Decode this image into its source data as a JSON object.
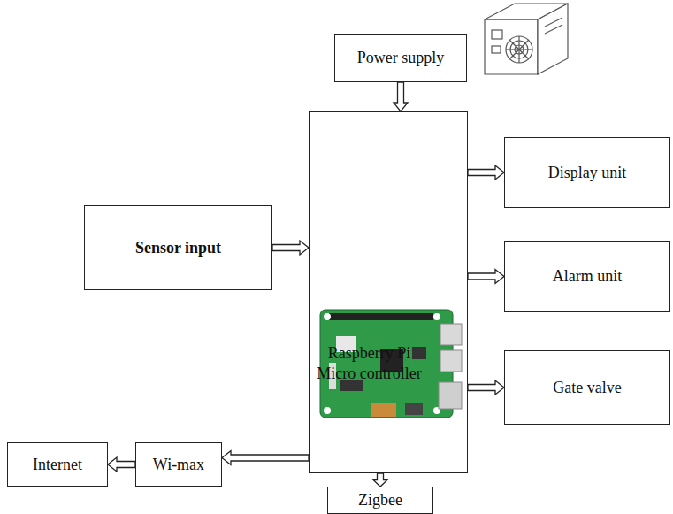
{
  "diagram": {
    "nodes": [
      {
        "text": [
          "Power supply"
        ]
      },
      {
        "text": [
          "Display unit"
        ]
      },
      {
        "text": [
          "Sensor input"
        ]
      },
      {
        "text": [
          "Raspberry Pi Micro controller"
        ]
      },
      {
        "text": [
          "Alarm unit"
        ]
      },
      {
        "text": [
          "Gate valve"
        ]
      },
      {
        "text": [
          "Internet"
        ]
      },
      {
        "text": [
          "Wi-max"
        ]
      },
      {
        "text": [
          "Zigbee"
        ]
      }
    ],
    "edges": [
      {
        "from": 0,
        "to": 3,
        "arrow": "to"
      },
      {
        "from": 2,
        "to": 3,
        "arrow": "to"
      },
      {
        "from": 3,
        "to": 1,
        "arrow": "to"
      },
      {
        "from": 3,
        "to": 4,
        "arrow": "to"
      },
      {
        "from": 3,
        "to": 5,
        "arrow": "to"
      },
      {
        "from": 3,
        "to": 7,
        "arrow": "to"
      },
      {
        "from": 7,
        "to": 6,
        "arrow": "to"
      },
      {
        "from": 3,
        "to": 8,
        "arrow": "to"
      }
    ]
  }
}
